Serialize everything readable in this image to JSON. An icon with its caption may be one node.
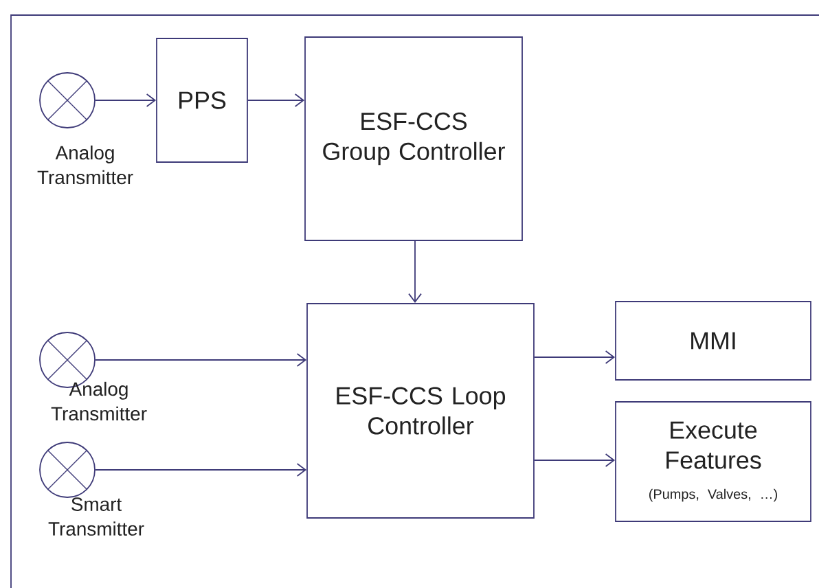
{
  "diagram": {
    "nodes": [
      {
        "text": [],
        "shape": "circle",
        "beside": [
          "Analog Transmitter"
        ]
      },
      {
        "text": [
          "PPS"
        ]
      },
      {
        "text": [
          "ESF-CCS Group Controller"
        ]
      },
      {
        "text": [],
        "shape": "circle",
        "beside": [
          "Analog Transmitter"
        ]
      },
      {
        "text": [],
        "shape": "circle",
        "beside": [
          "Smart Transmitter"
        ]
      },
      {
        "text": [
          "ESF-CCS Loop Controller"
        ]
      },
      {
        "text": [
          "MMI"
        ]
      },
      {
        "text": [
          "Execute Features",
          "(Pumps, Valves, …)"
        ]
      }
    ],
    "edges": [
      {
        "from": 0,
        "to": 1,
        "arrow": "to"
      },
      {
        "from": 1,
        "to": 2,
        "arrow": "to"
      },
      {
        "from": 2,
        "to": 5,
        "arrow": "to"
      },
      {
        "from": 3,
        "to": 5,
        "arrow": "to"
      },
      {
        "from": 4,
        "to": 5,
        "arrow": "to"
      },
      {
        "from": 5,
        "to": 6,
        "arrow": "to"
      },
      {
        "from": 5,
        "to": 7,
        "arrow": "to"
      }
    ]
  }
}
